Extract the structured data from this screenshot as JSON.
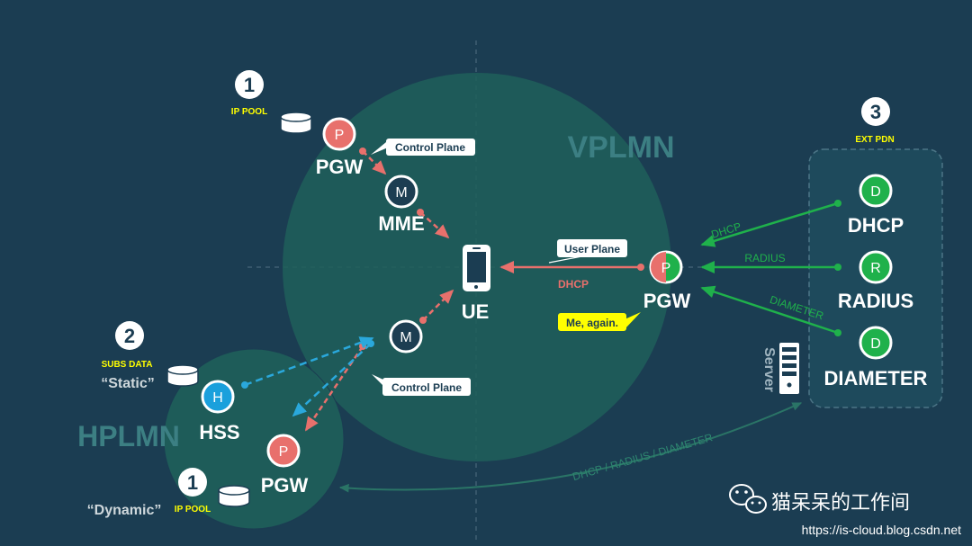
{
  "colors": {
    "background": "#1b3d52",
    "network_circle": "#1f5f5a",
    "pgw_red": "#e8706c",
    "mme_dark": "#1d3e52",
    "hss_blue": "#1aa0dc",
    "ext_green": "#1fb14b",
    "control_arrow": "#e8706c",
    "hss_arrow": "#2aa8dc",
    "ext_arrow": "#1fb14b",
    "label_yellow": "#ffff00",
    "net_label": "#3c7f83"
  },
  "networks": {
    "vplmn": "VPLMN",
    "hplmn": "HPLMN"
  },
  "badges": {
    "ip_pool_top": "1",
    "subs_data": "2",
    "ext_pdn": "3",
    "ip_pool_bottom": "1"
  },
  "labels": {
    "ip_pool_top": "IP POOL",
    "subs_data": "SUBS DATA",
    "static": "“Static”",
    "ext_pdn": "EXT PDN",
    "dynamic": "“Dynamic”",
    "ip_pool_bottom": "IP POOL",
    "server": "Server",
    "me_again": "Me, again.",
    "dhcp_red": "DHCP",
    "dhcp_arrow": "DHCP",
    "radius_arrow": "RADIUS",
    "diameter_arrow": "DIAMETER",
    "bottom_curve": "DHCP / RADIUS / DIAMETER"
  },
  "callouts": {
    "control_plane_top": "Control Plane",
    "user_plane": "User Plane",
    "control_plane_bottom": "Control Plane"
  },
  "nodes": {
    "pgw_top": {
      "letter": "P",
      "name": "PGW"
    },
    "mme_top": {
      "letter": "M",
      "name": "MME"
    },
    "ue": {
      "name": "UE"
    },
    "mme_bottom": {
      "letter": "M"
    },
    "pgw_right": {
      "letter": "P",
      "name": "PGW"
    },
    "hss": {
      "letter": "H",
      "name": "HSS"
    },
    "pgw_bottom": {
      "letter": "P",
      "name": "PGW"
    },
    "dhcp": {
      "letter": "D",
      "name": "DHCP"
    },
    "radius": {
      "letter": "R",
      "name": "RADIUS"
    },
    "diameter": {
      "letter": "D",
      "name": "DIAMETER"
    }
  },
  "watermark": {
    "brand": "猫呆呆的工作间",
    "url": "https://is-cloud.blog.csdn.net"
  }
}
